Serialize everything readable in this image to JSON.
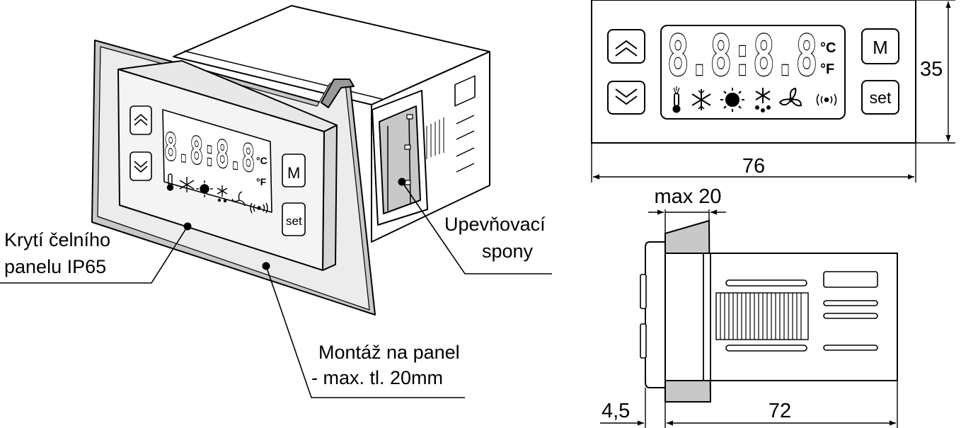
{
  "labels": {
    "front_cover": [
      "Krytí čelního",
      "panelu IP65"
    ],
    "panel_mount": [
      "Montáž na panel",
      "- max. tl. 20mm"
    ],
    "clips": [
      "Upevňovací",
      "spony"
    ]
  },
  "display": {
    "digits": "8.8:8.8",
    "unit_c": "°C",
    "unit_f": "°F",
    "button_m": "M",
    "button_set": "set"
  },
  "dimensions": {
    "width": "76",
    "height": "35",
    "max_depth": "max 20",
    "front_depth": "4,5",
    "body_depth": "72"
  },
  "colors": {
    "panel_grey": "#c8c8c8",
    "line": "#000000",
    "background": "#ffffff"
  }
}
